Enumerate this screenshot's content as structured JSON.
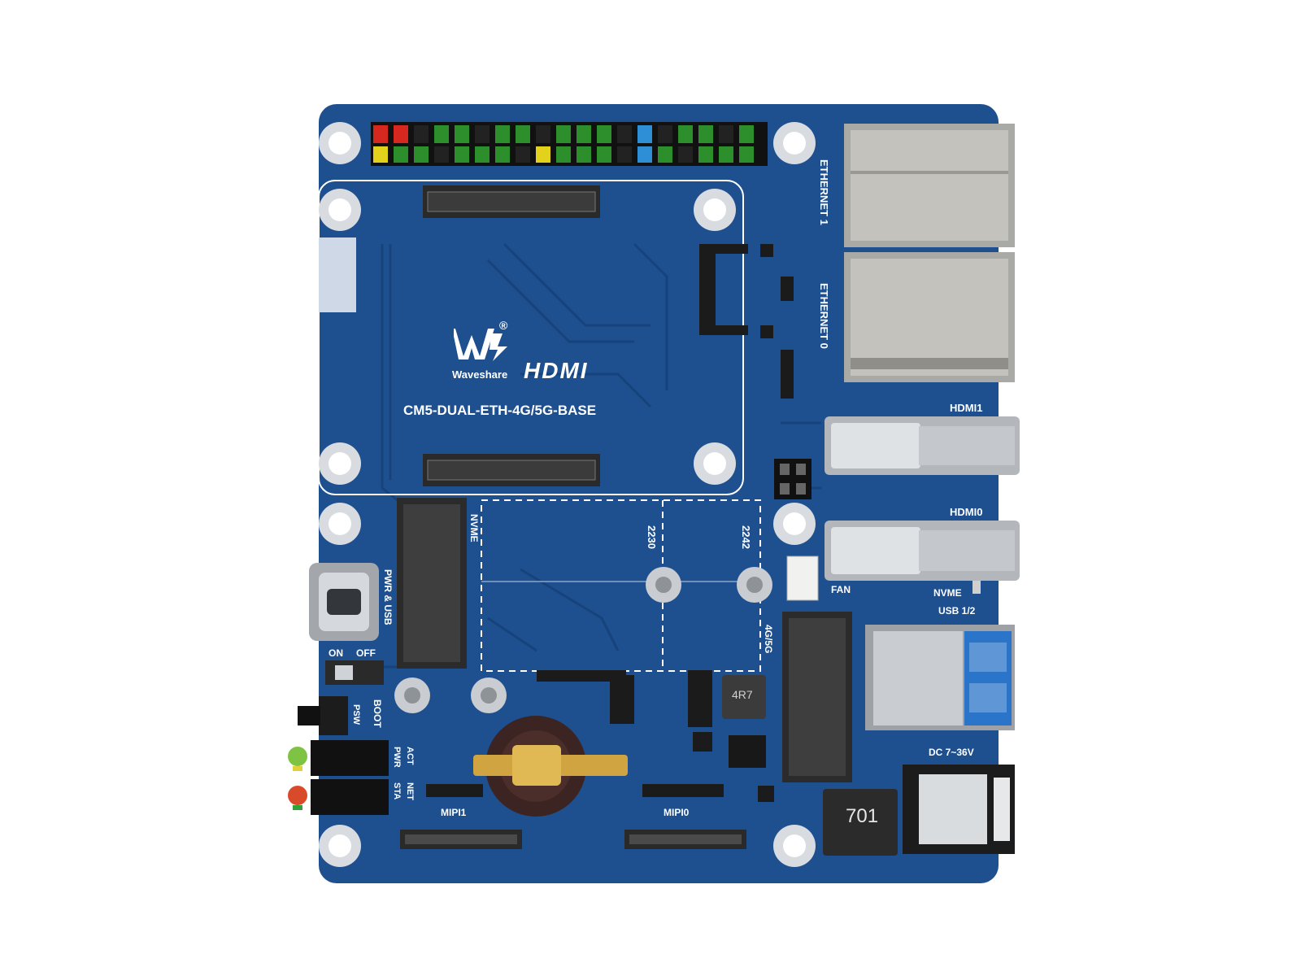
{
  "board": {
    "brand": "Waveshare",
    "model": "CM5-DUAL-ETH-4G/5G-BASE",
    "hdmi_logo": "HDMI",
    "colors": {
      "pcb": "#1e4f8f",
      "pcb_dark": "#143b6e",
      "silk": "#ffffff",
      "metal": "#c9ccd0"
    }
  },
  "labels": {
    "eth1": "ETHERNET 1",
    "eth0": "ETHERNET 0",
    "hdmi1": "HDMI1",
    "hdmi0": "HDMI0",
    "fan": "FAN",
    "nvme_led": "NVME",
    "usb": "USB 1/2",
    "dc": "DC 7~36V",
    "inductor": "701",
    "inductor_small": "4R7",
    "nvme_slot": "NVME",
    "m2_2230": "2230",
    "m2_2242": "2242",
    "m2_4g5g": "4G/5G",
    "pwr_usb": "PWR & USB",
    "on": "ON",
    "off": "OFF",
    "boot": "BOOT",
    "psw": "PSW",
    "act": "ACT",
    "pwr": "PWR",
    "net": "NET",
    "sta": "STA",
    "mipi1": "MIPI1",
    "mipi0": "MIPI0"
  }
}
